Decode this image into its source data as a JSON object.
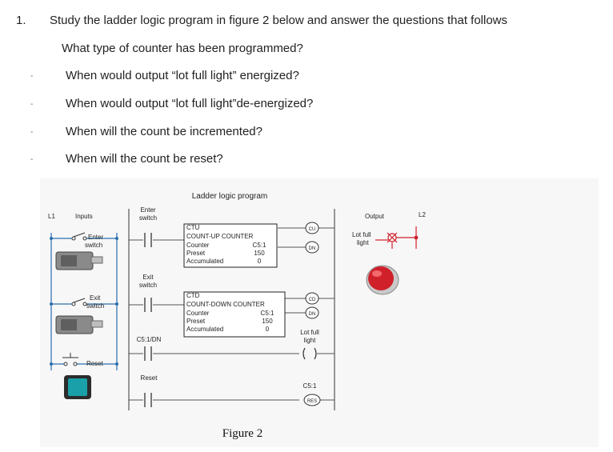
{
  "question": {
    "number": "1.",
    "heading": "Study the ladder logic program in figure 2 below and answer the questions that follows",
    "items": [
      "What type of counter has been programmed?",
      "When would output “lot full light” energized?",
      "When would output “lot full light”de-energized?",
      "When will the count be incremented?",
      "When will the count be reset?"
    ],
    "bullets": [
      "-",
      "-",
      "-",
      "-"
    ]
  },
  "figure": {
    "caption": "Figure 2",
    "program_title": "Ladder logic program",
    "l1": "L1",
    "l2": "L2",
    "inputs_label": "Inputs",
    "output_label": "Output",
    "input_enter": [
      "Enter",
      "switch"
    ],
    "input_exit": [
      "Exit",
      "switch"
    ],
    "input_reset": "Reset",
    "contact_enter": [
      "Enter",
      "switch"
    ],
    "contact_exit": [
      "Exit",
      "switch"
    ],
    "contact_dn": "C5:1/DN",
    "contact_reset": "Reset",
    "ctu": {
      "tag": "CTU",
      "title": "COUNT-UP COUNTER",
      "counter_label": "Counter",
      "counter_value": "C5:1",
      "preset_label": "Preset",
      "preset_value": "150",
      "acc_label": "Accumulated",
      "acc_value": "0"
    },
    "ctd": {
      "tag": "CTD",
      "title": "COUNT-DOWN COUNTER",
      "counter_label": "Counter",
      "counter_value": "C5:1",
      "preset_label": "Preset",
      "preset_value": "150",
      "acc_label": "Accumulated",
      "acc_value": "0"
    },
    "coil_cu": "CU",
    "coil_cd": "CD",
    "coil_dn": "DN",
    "coil_res": "RES",
    "lot_full": [
      "Lot full",
      "light"
    ],
    "reset_coil_label": "C5:1",
    "output_lamp_label": [
      "Lot full",
      "light"
    ],
    "colors": {
      "wire": "#2b6fb0",
      "box": "#222222",
      "lamp": "#d0202a",
      "bg": "#f7f7f7"
    }
  }
}
